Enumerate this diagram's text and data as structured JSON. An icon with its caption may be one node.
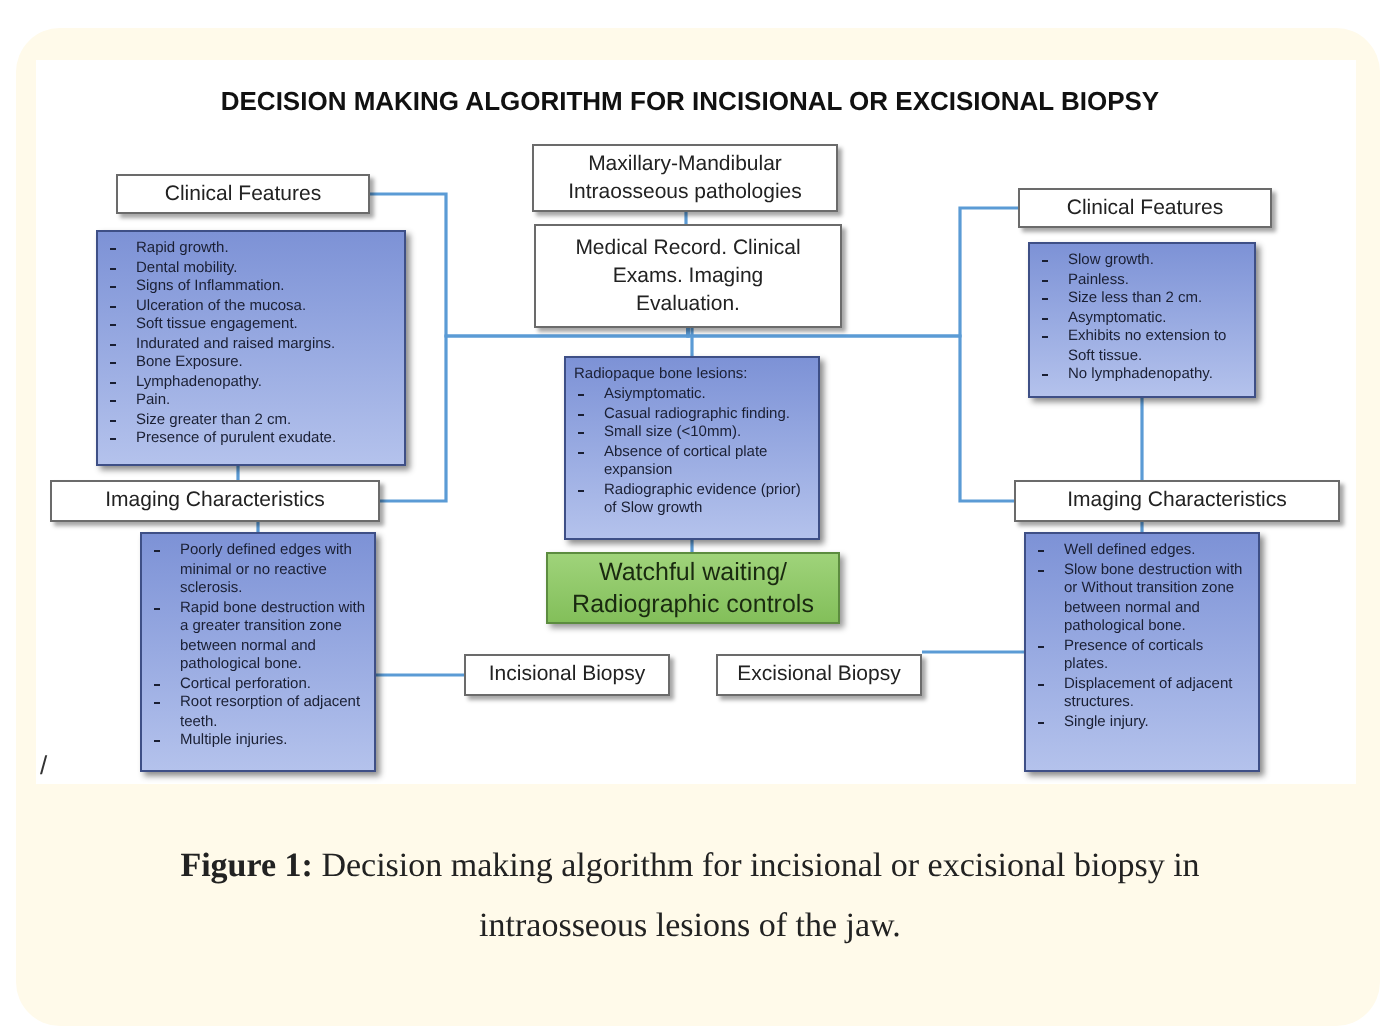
{
  "diagram": {
    "title": "DECISION MAKING ALGORITHM FOR INCISIONAL OR EXCISIONAL BIOPSY",
    "caption": "**Figure 1:** Decision making algorithm for incisional or excisional biopsy in intraosseous lesions of the jaw.",
    "nodes": [
      {
        "text": [
          "Maxillary-Mandibular Intraosseous pathologies"
        ]
      },
      {
        "text": [
          "Medical Record. Clinical Exams. Imaging Evaluation."
        ]
      },
      {
        "text": [
          "Clinical Features"
        ]
      },
      {
        "text": [
          "Rapid growth.",
          "Dental mobility.",
          "Signs of Inflammation.",
          "Ulceration of the mucosa.",
          "Soft tissue engagement.",
          "Indurated and raised margins.",
          "Bone Exposure.",
          "Lymphadenopathy.",
          "Pain.",
          "Size greater than 2 cm.",
          "Presence of purulent exudate."
        ]
      },
      {
        "text": [
          "Imaging Characteristics"
        ]
      },
      {
        "text": [
          "Poorly defined edges with minimal or no reactive sclerosis.",
          "Rapid bone destruction with a greater transition zone between normal and pathological bone.",
          "Cortical perforation.",
          "Root resorption of adjacent teeth.",
          "Multiple injuries."
        ]
      },
      {
        "text": [
          "Radiopaque bone lesions:",
          "Asiymptomatic.",
          "Casual radiographic finding.",
          "Small size (<10mm).",
          "Absence of cortical plate expansion",
          "Radiographic evidence (prior) of Slow growth"
        ]
      },
      {
        "text": [
          "Watchful waiting/ Radiographic controls"
        ]
      },
      {
        "text": [
          "Clinical Features"
        ]
      },
      {
        "text": [
          "Slow growth.",
          "Painless.",
          "Size less than 2 cm.",
          "Asymptomatic.",
          "Exhibits no extension to Soft tissue.",
          "No lymphadenopathy."
        ]
      },
      {
        "text": [
          "Imaging Characteristics"
        ]
      },
      {
        "text": [
          "Well defined edges.",
          "Slow bone destruction with or Without transition zone between normal and pathological bone.",
          "Presence of corticals plates.",
          "Displacement of adjacent structures.",
          "Single injury."
        ]
      },
      {
        "text": [
          "Incisional Biopsy"
        ]
      },
      {
        "text": [
          "Excisional Biopsy"
        ]
      }
    ],
    "edges": [
      {
        "from": 0,
        "to": 1,
        "arrow": "none"
      },
      {
        "from": 1,
        "to": 2,
        "arrow": "none"
      },
      {
        "from": 1,
        "to": 4,
        "arrow": "none"
      },
      {
        "from": 1,
        "to": 8,
        "arrow": "none"
      },
      {
        "from": 1,
        "to": 10,
        "arrow": "none"
      },
      {
        "from": 1,
        "to": 6,
        "arrow": "none"
      },
      {
        "from": 6,
        "to": 7,
        "arrow": "none"
      },
      {
        "from": 3,
        "to": 4,
        "arrow": "none"
      },
      {
        "from": 4,
        "to": 5,
        "arrow": "none"
      },
      {
        "from": 5,
        "to": 12,
        "arrow": "none"
      },
      {
        "from": 9,
        "to": 10,
        "arrow": "none"
      },
      {
        "from": 10,
        "to": 11,
        "arrow": "none"
      },
      {
        "from": 13,
        "to": 11,
        "arrow": "none"
      }
    ],
    "labels": [
      "/"
    ]
  }
}
